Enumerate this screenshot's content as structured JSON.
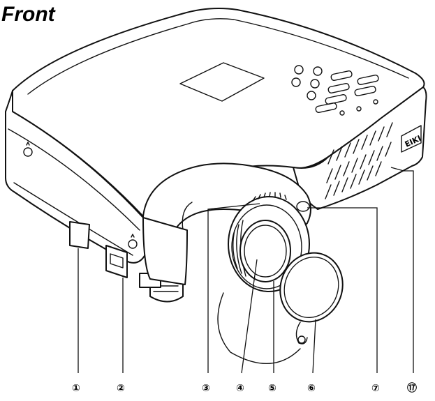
{
  "heading": "Front",
  "callouts": [
    {
      "id": "c1",
      "label": "①"
    },
    {
      "id": "c2",
      "label": "②"
    },
    {
      "id": "c3",
      "label": "③"
    },
    {
      "id": "c4",
      "label": "④"
    },
    {
      "id": "c5",
      "label": "⑤"
    },
    {
      "id": "c6",
      "label": "⑥"
    },
    {
      "id": "c7",
      "label": "⑦"
    },
    {
      "id": "c17",
      "label": "⑰"
    }
  ],
  "badge_text": "EIKI"
}
